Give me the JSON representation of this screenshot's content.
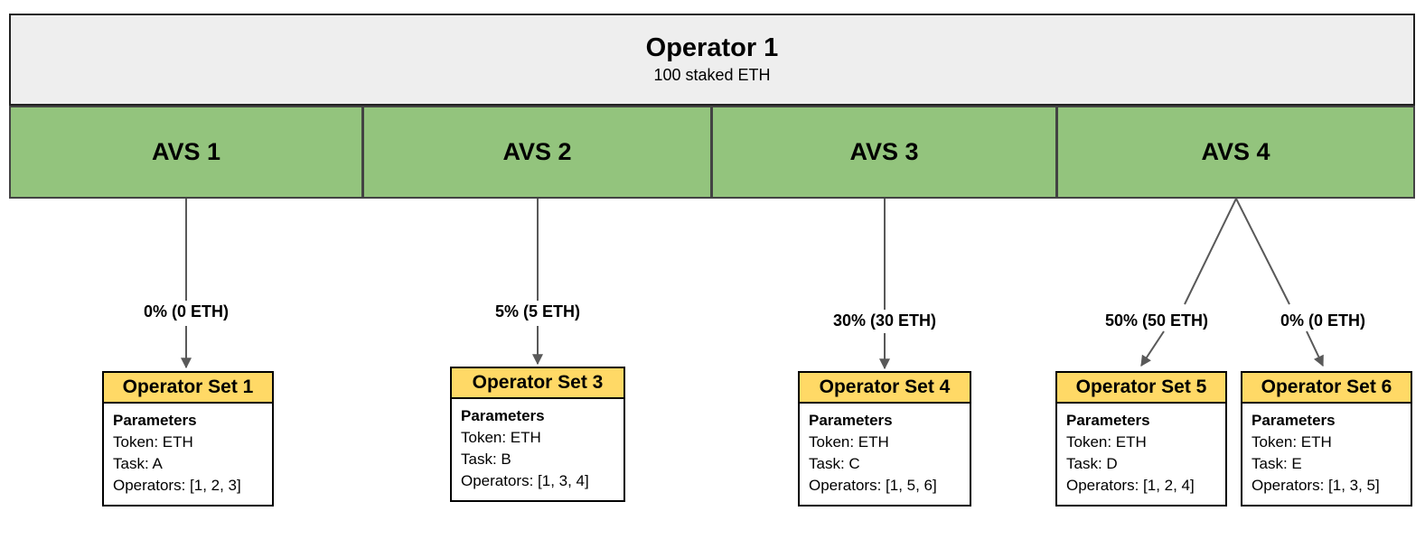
{
  "operator": {
    "title": "Operator 1",
    "subtitle": "100 staked ETH"
  },
  "avs_blocks": [
    {
      "label": "AVS 1"
    },
    {
      "label": "AVS 2"
    },
    {
      "label": "AVS 3"
    },
    {
      "label": "AVS 4"
    }
  ],
  "allocations": [
    {
      "from": "AVS 1",
      "label": "0% (0 ETH)",
      "to": "Operator Set 1"
    },
    {
      "from": "AVS 2",
      "label": "5% (5 ETH)",
      "to": "Operator Set 3"
    },
    {
      "from": "AVS 3",
      "label": "30% (30 ETH)",
      "to": "Operator Set 4"
    },
    {
      "from": "AVS 4",
      "label": "50% (50 ETH)",
      "to": "Operator Set 5"
    },
    {
      "from": "AVS 4",
      "label": "0% (0 ETH)",
      "to": "Operator Set 6"
    }
  ],
  "operator_sets": [
    {
      "title": "Operator Set 1",
      "params_heading": "Parameters",
      "token": "Token: ETH",
      "task": "Task: A",
      "operators": "Operators: [1, 2, 3]"
    },
    {
      "title": "Operator Set 3",
      "params_heading": "Parameters",
      "token": "Token: ETH",
      "task": "Task: B",
      "operators": "Operators: [1, 3, 4]"
    },
    {
      "title": "Operator Set 4",
      "params_heading": "Parameters",
      "token": "Token: ETH",
      "task": "Task: C",
      "operators": "Operators: [1, 5, 6]"
    },
    {
      "title": "Operator Set 5",
      "params_heading": "Parameters",
      "token": "Token: ETH",
      "task": "Task: D",
      "operators": "Operators: [1, 2, 4]"
    },
    {
      "title": "Operator Set 6",
      "params_heading": "Parameters",
      "token": "Token: ETH",
      "task": "Task: E",
      "operators": "Operators: [1, 3, 5]"
    }
  ],
  "colors": {
    "operator_bg": "#eeeeee",
    "avs_green": "#93c47d",
    "set_yellow": "#ffd966",
    "arrow_gray": "#595959",
    "outer_border": "#212121",
    "cell_border": "#434343"
  }
}
